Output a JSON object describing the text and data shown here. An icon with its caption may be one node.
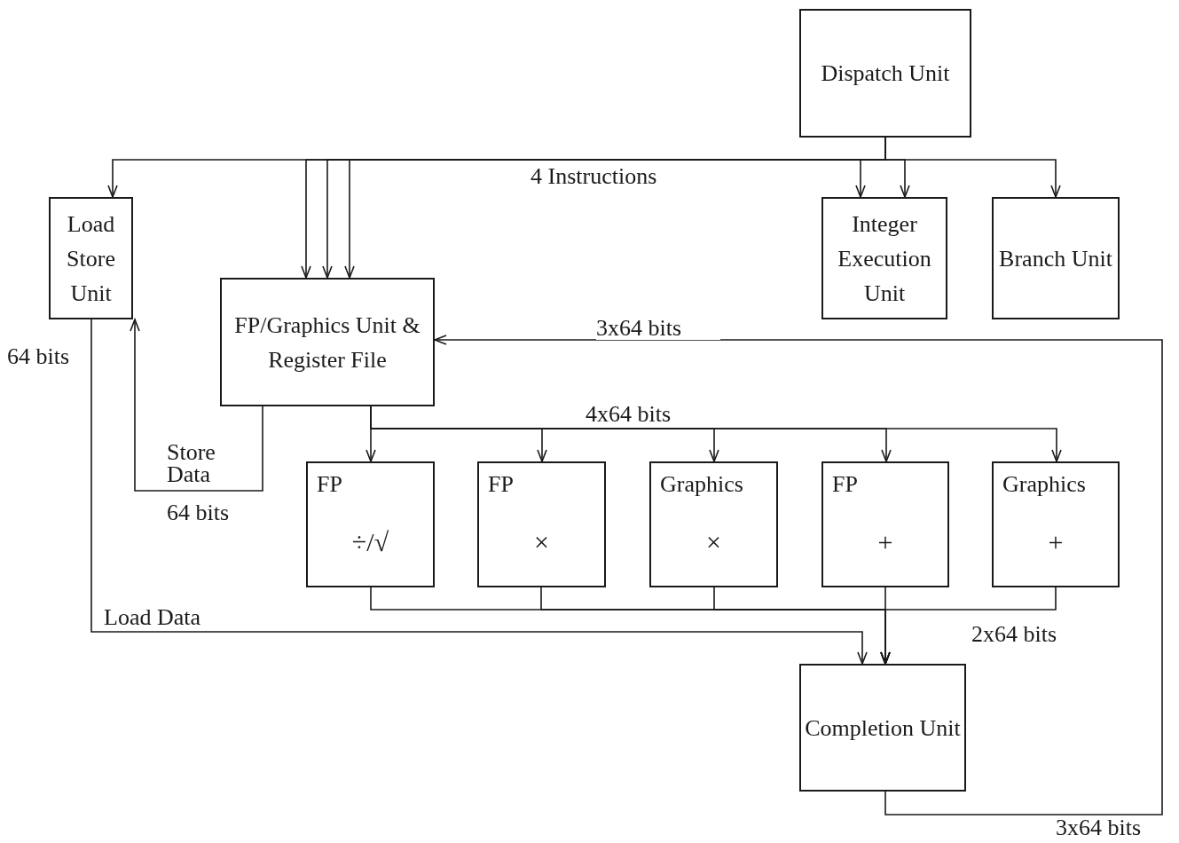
{
  "diagram": {
    "nodes": [
      {
        "text": [
          "Dispatch Unit"
        ]
      },
      {
        "text": [
          "Load Store Unit"
        ]
      },
      {
        "text": [
          "Integer Execution Unit"
        ]
      },
      {
        "text": [
          "Branch Unit"
        ]
      },
      {
        "text": [
          "FP/Graphics Unit & Register File"
        ]
      },
      {
        "text": [
          "FP",
          "÷/√"
        ]
      },
      {
        "text": [
          "FP",
          "×"
        ]
      },
      {
        "text": [
          "Graphics",
          "×"
        ]
      },
      {
        "text": [
          "FP",
          "+"
        ]
      },
      {
        "text": [
          "Graphics",
          "+"
        ]
      },
      {
        "text": [
          "Completion Unit"
        ]
      }
    ],
    "edges": [
      {
        "from": 0,
        "to": 1,
        "arrow": "to"
      },
      {
        "from": 0,
        "to": 4,
        "arrow": "to"
      },
      {
        "from": 0,
        "to": 4,
        "arrow": "to"
      },
      {
        "from": 0,
        "to": 4,
        "arrow": "to"
      },
      {
        "from": 0,
        "to": 2,
        "arrow": "to"
      },
      {
        "from": 0,
        "to": 2,
        "arrow": "to"
      },
      {
        "from": 0,
        "to": 3,
        "arrow": "to"
      },
      {
        "from": 4,
        "to": 1,
        "arrow": "to",
        "label": "Store Data"
      },
      {
        "from": 4,
        "to": 5,
        "arrow": "to"
      },
      {
        "from": 4,
        "to": 6,
        "arrow": "to"
      },
      {
        "from": 4,
        "to": 7,
        "arrow": "to"
      },
      {
        "from": 4,
        "to": 8,
        "arrow": "to"
      },
      {
        "from": 4,
        "to": 9,
        "arrow": "to"
      },
      {
        "from": 5,
        "to": 10,
        "arrow": "to"
      },
      {
        "from": 6,
        "to": 10,
        "arrow": "to"
      },
      {
        "from": 7,
        "to": 10,
        "arrow": "to"
      },
      {
        "from": 8,
        "to": 10,
        "arrow": "to"
      },
      {
        "from": 9,
        "to": 10,
        "arrow": "to"
      },
      {
        "from": 1,
        "to": 10,
        "arrow": "to",
        "label": "Load Data"
      },
      {
        "from": 10,
        "to": 4,
        "arrow": "to",
        "label": "3x64 bits"
      }
    ],
    "labels": [
      "4 Instructions",
      "64 bits",
      "64 bits",
      "4x64 bits",
      "2x64 bits",
      "3x64 bits"
    ]
  }
}
